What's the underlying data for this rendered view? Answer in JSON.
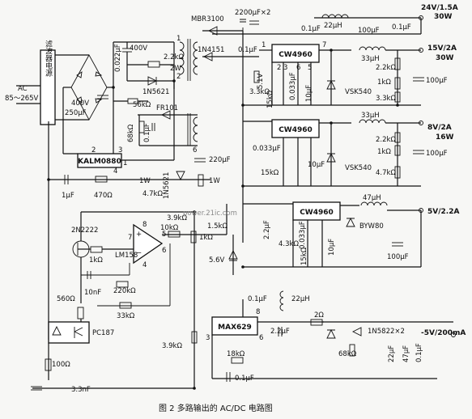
{
  "caption": "图 2   多路输出的 AC/DC 电路图",
  "input": {
    "ac_label": "AC",
    "ac_range": "85～265V",
    "filter_label": "滤波器电源",
    "bulk_v": "400V",
    "bulk_c": "250μF"
  },
  "ics": {
    "pwm": "KALM0880",
    "reg1": "CW4960",
    "reg2": "CW4960",
    "reg3": "CW4960",
    "inv": "MAX629",
    "opamp": "LM158",
    "opto": "PC187",
    "npn": "2N2222"
  },
  "outputs": {
    "o1": "24V/1.5A",
    "o1w": "30W",
    "o2": "15V/2A",
    "o2w": "30W",
    "o3": "8V/2A",
    "o3w": "16W",
    "o4": "5V/2.2A",
    "o5": "-5V/200mA"
  },
  "labels": {
    "c2200": "2200μF×2",
    "l22a": "22μH",
    "c100a": "100μF",
    "c01a": "0.1μF",
    "c01b": "0.1μF",
    "mbr": "MBR3100",
    "n4151": "1N4151",
    "c01c": "0.1μF",
    "l33a": "33μH",
    "l33b": "33μH",
    "c0022": "0.022μF",
    "v400": "400V",
    "r22k2w": "2.2kΩ",
    "w2": "2W",
    "n5621": "1N5621",
    "r56k": "56kΩ",
    "fr101": "FR101",
    "r68k": "68kΩ",
    "c01d": "0.1μF",
    "c220": "220μF",
    "n5621b": "1N5621",
    "w1": "1W",
    "r47k": "4.7kΩ",
    "w1b": "1W",
    "c1u": "1μF",
    "r470": "470Ω",
    "r33ka": "3.3kΩ",
    "z51": "5.1V",
    "r15ka": "15kΩ",
    "c0033a": "0.033μF",
    "c10a": "10μF",
    "vsk1": "VSK540",
    "r22kb": "2.2kΩ",
    "r1ka": "1kΩ",
    "r33kb": "3.3kΩ",
    "c100b": "100μF",
    "c0033b": "0.033μF",
    "r15kb": "15kΩ",
    "c10b": "10μF",
    "vsk2": "VSK540",
    "r22kc": "2.2kΩ",
    "r1kb": "1kΩ",
    "r47kb": "4.7kΩ",
    "c100c": "100μF",
    "r39ka": "3.9kΩ",
    "r10k": "10kΩ",
    "r1k": "1kΩ",
    "r15k": "1.5kΩ",
    "c22u": "2.2μF",
    "r43k": "4.3kΩ",
    "c0033c": "0.033μF",
    "r15kc": "15kΩ",
    "c10c": "10μF",
    "l47": "47μH",
    "byw": "BYW80",
    "c100d": "100μF",
    "r1kc": "1kΩ",
    "z56": "5.6V",
    "c10n": "10nF",
    "r220k": "220kΩ",
    "r33k": "33kΩ",
    "r560": "560Ω",
    "r39kb": "3.9kΩ",
    "r100": "100Ω",
    "c33n": "3.3nF",
    "c01e": "0.1μF",
    "l22b": "22μH",
    "r2": "2Ω",
    "c22ub": "2.2μF",
    "n5822": "1N5822×2",
    "r18k": "18kΩ",
    "c01f": "0.1μF",
    "r68kb": "68kΩ",
    "c22uc": "22μF",
    "c47": "47μF",
    "c01g": "0.1μF",
    "watermark": "power.21ic.com"
  },
  "pins": {
    "p1": "1",
    "p2": "2",
    "p3": "3",
    "p4": "4",
    "p5": "5",
    "p6": "6",
    "p7": "7",
    "p8": "8",
    "plus": "+",
    "minus": "−"
  }
}
